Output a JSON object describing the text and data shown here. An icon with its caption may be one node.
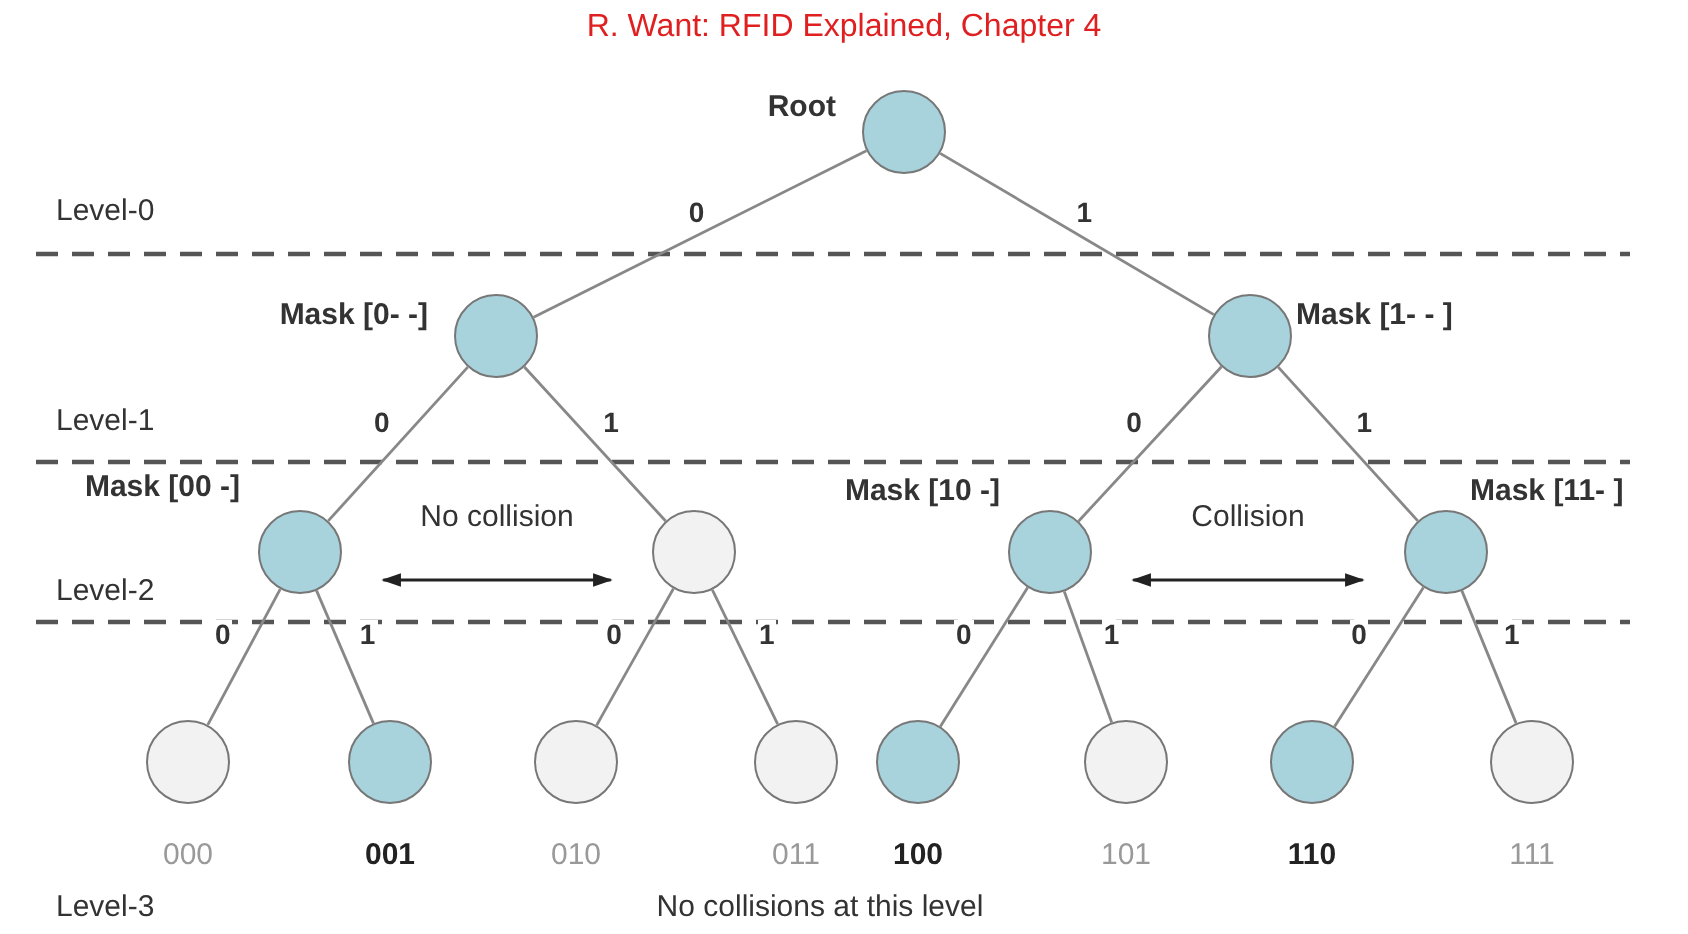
{
  "diagram": {
    "title": "R. Want: RFID Explained, Chapter 4",
    "nodes": [
      {
        "text": [],
        "shape": "circle",
        "beside": [
          "Root"
        ]
      },
      {
        "text": [],
        "shape": "circle",
        "beside": [
          "Mask [0- -]"
        ]
      },
      {
        "text": [],
        "shape": "circle",
        "beside": [
          "Mask [1- - ]"
        ]
      },
      {
        "text": [],
        "shape": "circle",
        "beside": [
          "Mask [00 -]"
        ]
      },
      {
        "text": [],
        "shape": "circle"
      },
      {
        "text": [],
        "shape": "circle",
        "beside": [
          "Mask [10 -]"
        ]
      },
      {
        "text": [],
        "shape": "circle",
        "beside": [
          "Mask [11- ]"
        ]
      },
      {
        "text": [],
        "shape": "circle",
        "beside": [
          "000"
        ]
      },
      {
        "text": [],
        "shape": "circle",
        "beside": [
          "001"
        ]
      },
      {
        "text": [],
        "shape": "circle",
        "beside": [
          "010"
        ]
      },
      {
        "text": [],
        "shape": "circle",
        "beside": [
          "011"
        ]
      },
      {
        "text": [],
        "shape": "circle",
        "beside": [
          "100"
        ]
      },
      {
        "text": [],
        "shape": "circle",
        "beside": [
          "101"
        ]
      },
      {
        "text": [],
        "shape": "circle",
        "beside": [
          "110"
        ]
      },
      {
        "text": [],
        "shape": "circle",
        "beside": [
          "111"
        ]
      }
    ],
    "edges": [
      {
        "from": 0,
        "to": 1,
        "arrow": "none",
        "label": "0"
      },
      {
        "from": 0,
        "to": 2,
        "arrow": "none",
        "label": "1"
      },
      {
        "from": 1,
        "to": 3,
        "arrow": "none",
        "label": "0"
      },
      {
        "from": 1,
        "to": 4,
        "arrow": "none",
        "label": "1"
      },
      {
        "from": 2,
        "to": 5,
        "arrow": "none",
        "label": "0"
      },
      {
        "from": 2,
        "to": 6,
        "arrow": "none",
        "label": "1"
      },
      {
        "from": 3,
        "to": 7,
        "arrow": "none",
        "label": "0"
      },
      {
        "from": 3,
        "to": 8,
        "arrow": "none",
        "label": "1"
      },
      {
        "from": 4,
        "to": 9,
        "arrow": "none",
        "label": "0"
      },
      {
        "from": 4,
        "to": 10,
        "arrow": "none",
        "label": "1"
      },
      {
        "from": 5,
        "to": 11,
        "arrow": "none",
        "label": "0"
      },
      {
        "from": 5,
        "to": 12,
        "arrow": "none",
        "label": "1"
      },
      {
        "from": 6,
        "to": 13,
        "arrow": "none",
        "label": "0"
      },
      {
        "from": 6,
        "to": 14,
        "arrow": "none",
        "label": "1"
      },
      {
        "from": 3,
        "to": 4,
        "arrow": "both",
        "label": "No collision",
        "color": "#222222"
      },
      {
        "from": 5,
        "to": 6,
        "arrow": "both",
        "label": "Collision",
        "color": "#222222"
      }
    ],
    "labels": [
      "Level-0",
      "Level-1",
      "Level-2",
      "Level-3",
      "No collisions at this level"
    ]
  }
}
